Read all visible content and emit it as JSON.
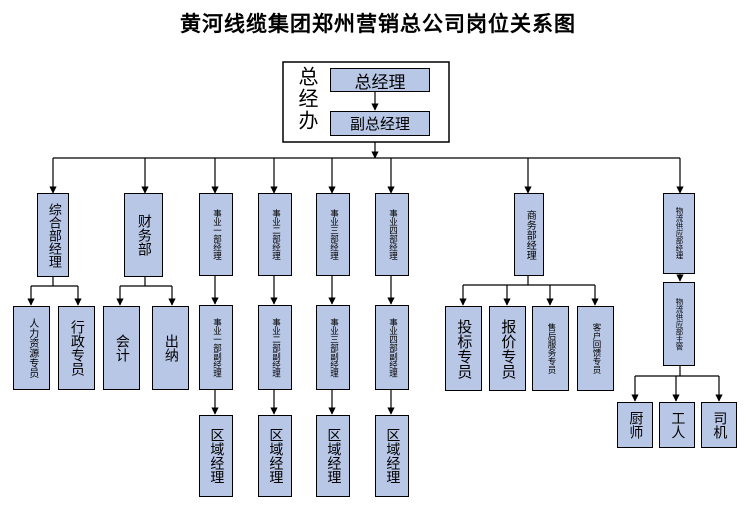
{
  "title": "黄河线缆集团郑州营销总公司岗位关系图",
  "colors": {
    "box_fill": "#b8c7e6",
    "line": "#000000"
  },
  "management": {
    "side_label": "总经办",
    "general_manager": "总经理",
    "deputy_general_manager": "副总经理"
  },
  "departments": {
    "general_affairs": {
      "name": "综合部经理",
      "children": [
        "人力资源专员",
        "行政专员"
      ]
    },
    "finance": {
      "name": "财务部",
      "children": [
        "会计",
        "出纳"
      ]
    },
    "business_1": {
      "name": "事业一部经理",
      "deputy": "事业一部副经理",
      "area": "区域经理"
    },
    "business_2": {
      "name": "事业二部经理",
      "deputy": "事业二部副经理",
      "area": "区域经理"
    },
    "business_3": {
      "name": "事业三部经理",
      "deputy": "事业三部副经理",
      "area": "区域经理"
    },
    "business_4": {
      "name": "事业四部经理",
      "deputy": "事业四部副经理",
      "area": "区域经理"
    },
    "commerce": {
      "name": "商务部经理",
      "children": [
        "投标专员",
        "报价专员",
        "售后服务专员",
        "客户回馈专员"
      ]
    },
    "logistics": {
      "name": "物流供应部经理",
      "supervisor": "物流供应部主管",
      "children": [
        "厨师",
        "工人",
        "司机"
      ]
    }
  }
}
